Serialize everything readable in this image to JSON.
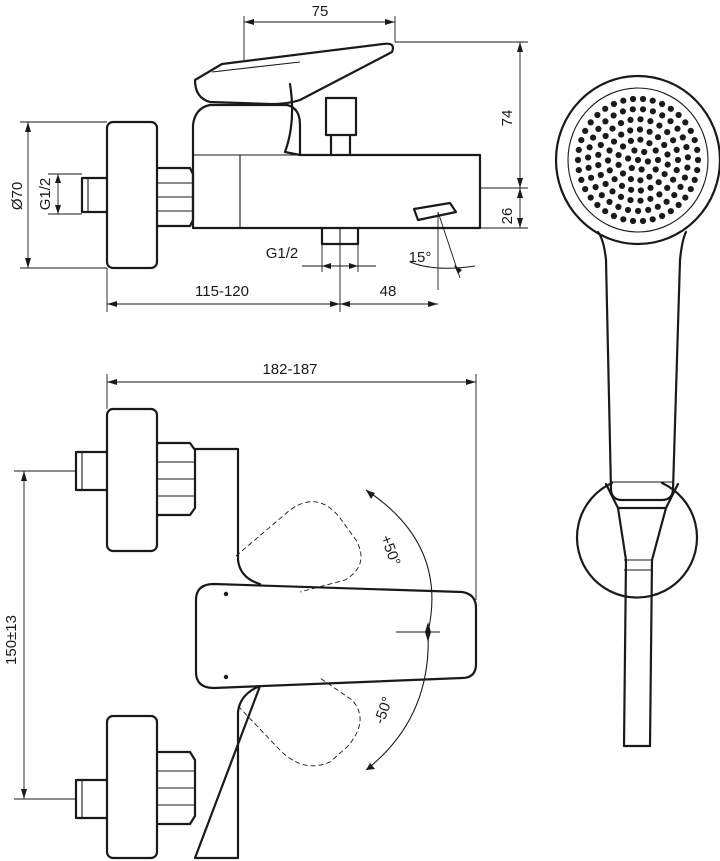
{
  "dimensions": {
    "top_width": "75",
    "body_height": "74",
    "spout_height": "26",
    "diameter": "Ø70",
    "inlet_thread": "G1/2",
    "outlet_thread": "G1/2",
    "spout_angle": "15°",
    "wall_depth": "115-120",
    "spout_offset": "48",
    "overall_width": "182-187",
    "inlet_spacing": "150±13",
    "lever_up": "+50°",
    "lever_down": "-50°"
  }
}
